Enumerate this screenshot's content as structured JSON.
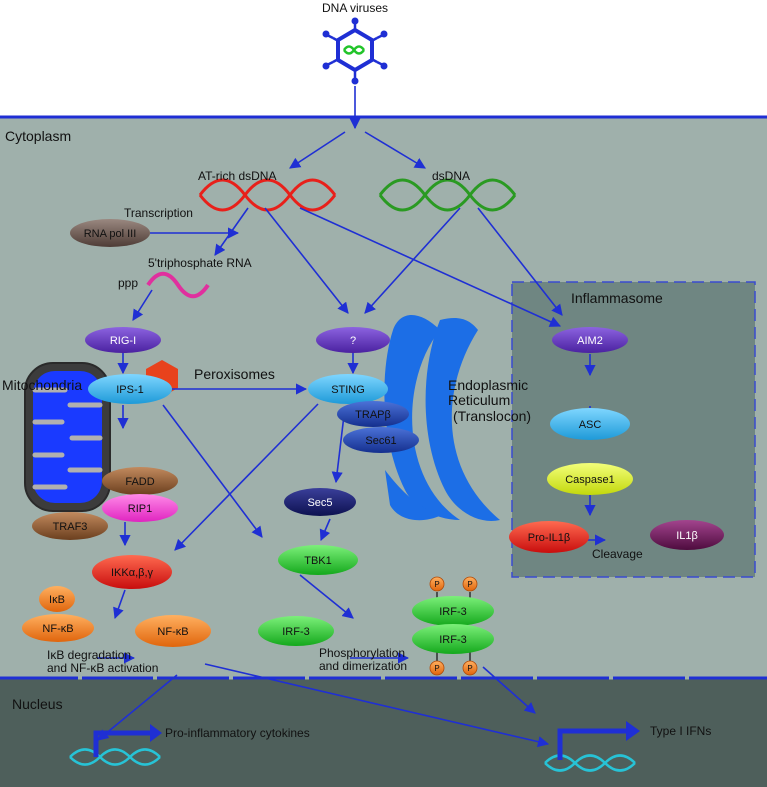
{
  "title": "DNA viruses",
  "regions": {
    "cytoplasm": "Cytoplasm",
    "nucleus": "Nucleus",
    "inflammasome": "Inflammasome",
    "mitochondria": "Mitochondria",
    "peroxisomes": "Peroxisomes",
    "er_line1": "Endoplasmic",
    "er_line2": "Reticulum",
    "er_line3": "(Translocon)"
  },
  "dna": {
    "at_rich": "AT-rich dsDNA",
    "dsdna": "dsDNA",
    "transcription": "Transcription",
    "triphosphate": "5'triphosphate RNA",
    "ppp": "ppp"
  },
  "nodes": {
    "rna_pol": "RNA pol III",
    "rig_i": "RIG-I",
    "unknown": "?",
    "aim2": "AIM2",
    "ips1": "IPS-1",
    "sting": "STING",
    "trapb": "TRAPβ",
    "sec61": "Sec61",
    "asc": "ASC",
    "caspase1": "Caspase1",
    "fadd": "FADD",
    "rip1": "RIP1",
    "traf3": "TRAF3",
    "sec5": "Sec5",
    "tbk1": "TBK1",
    "pro_il1b": "Pro-IL1β",
    "il1b": "IL1β",
    "ikk": "IKKα,β,γ",
    "ikb": "IκB",
    "nfkb_left": "NF-κB",
    "nfkb_right": "NF-κB",
    "irf3_a": "IRF-3",
    "irf3_b": "IRF-3",
    "irf3_c": "IRF-3",
    "p": "P"
  },
  "labels": {
    "cleavage": "Cleavage",
    "ikb_deg_1": "IκB degradation",
    "ikb_deg_2": "and NF-κB activation",
    "phos_1": "Phosphorylation",
    "phos_2": "and dimerization",
    "pro_inflam": "Pro-inflammatory cytokines",
    "type1_ifn": "Type I IFNs"
  },
  "colors": {
    "cytoplasm": "#9fb0ab",
    "nucleus": "#4e5f5b",
    "inflammasome": "#6f8682",
    "membrane": "#1f2fd4",
    "arrow": "#1f2fd4",
    "purple": "#5b2fb8",
    "light_blue": "#3bb5ea",
    "dark_blue": "#1a3fa8",
    "navy": "#1a1f6b",
    "brown": "#8e5a35",
    "magenta": "#f03fcf",
    "red": "#e8201a",
    "green": "#22c42a",
    "orange": "#f07a1c",
    "yellow_green": "#d8ea1c",
    "dark_purple": "#6b1656",
    "gray_brown": "#6b5750",
    "dna_red": "#e8201a",
    "dna_green": "#2a9a22",
    "dna_cyan": "#27c3d6",
    "er_blue": "#1c6ee6",
    "rna_magenta": "#e0309e"
  }
}
